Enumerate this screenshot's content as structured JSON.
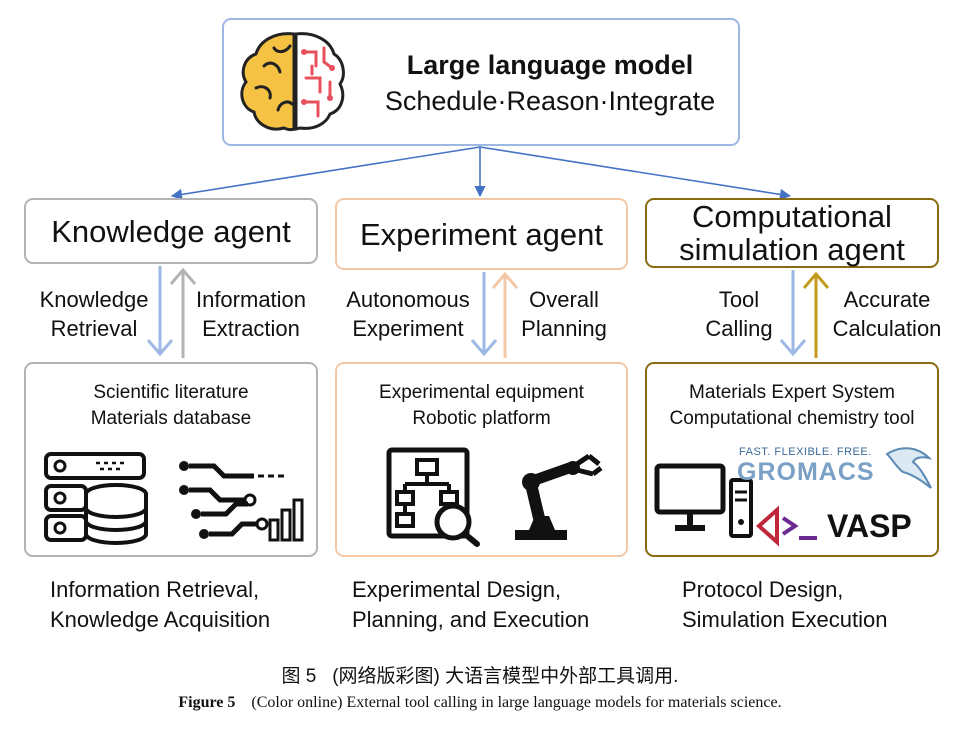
{
  "llm": {
    "title": "Large language model",
    "subtitle": "Schedule·Reason·Integrate"
  },
  "agents": {
    "knowledge": {
      "title": "Knowledge agent",
      "down_label": [
        "Knowledge",
        "Retrieval"
      ],
      "up_label": [
        "Information",
        "Extraction"
      ],
      "tools": [
        "Scientific literature",
        "Materials database"
      ],
      "caption": [
        "Information Retrieval,",
        "Knowledge Acquisition"
      ]
    },
    "experiment": {
      "title": "Experiment agent",
      "down_label": [
        "Autonomous",
        "Experiment"
      ],
      "up_label": [
        "Overall",
        "Planning"
      ],
      "tools": [
        "Experimental equipment",
        "Robotic platform"
      ],
      "caption": [
        "Experimental Design,",
        "Planning, and Execution"
      ]
    },
    "computational": {
      "title": [
        "Computational",
        "simulation agent"
      ],
      "down_label": [
        "Tool",
        "Calling"
      ],
      "up_label": [
        "Accurate",
        "Calculation"
      ],
      "tools": [
        "Materials Expert System",
        "Computational chemistry tool"
      ],
      "logos": {
        "gromacs_tagline": "FAST. FLEXIBLE. FREE.",
        "gromacs": "GROMACS",
        "vasp": "VASP"
      },
      "caption": [
        "Protocol Design,",
        "Simulation Execution"
      ]
    }
  },
  "figure": {
    "cn_label": "图 5",
    "cn_caption": "(网络版彩图) 大语言模型中外部工具调用.",
    "en_label": "Figure 5",
    "en_caption": "(Color online) External tool calling in large language models for materials science."
  },
  "colors": {
    "blue_arrow": "#4472c4",
    "light_blue": "#9db8e4",
    "gray": "#b3b3b3",
    "peach": "#f3c8a7",
    "gold": "#8b6b12",
    "gold_arrow": "#c29a1c",
    "brain_yellow": "#f6c244",
    "brain_red": "#e8505b"
  },
  "icons": [
    "brain-icon",
    "server-database-icon",
    "circuit-chart-icon",
    "flowchart-search-icon",
    "robot-arm-icon",
    "computer-icon",
    "gromacs-logo",
    "vasp-logo"
  ]
}
